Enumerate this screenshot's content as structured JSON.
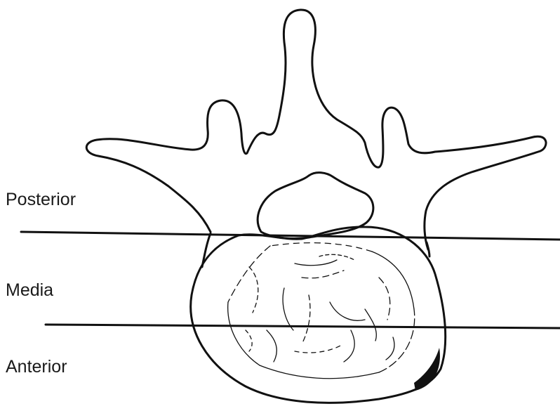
{
  "labels": {
    "posterior": "Posterior",
    "media": "Media",
    "anterior": "Anterior"
  },
  "colors": {
    "ink": "#111111",
    "background": "#ffffff"
  }
}
